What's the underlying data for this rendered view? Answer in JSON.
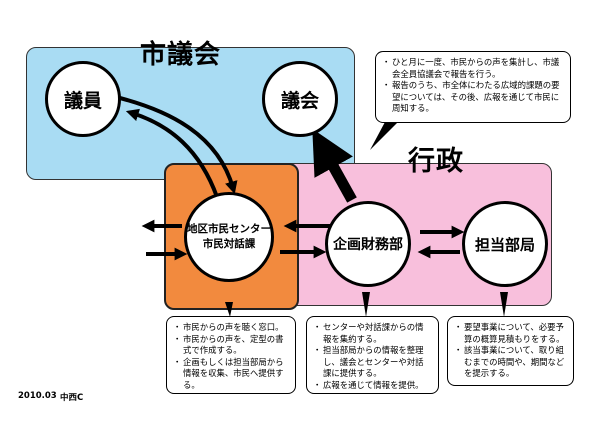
{
  "sections": {
    "council_title": "市議会",
    "admin_title": "行政"
  },
  "nodes": {
    "councillor": "議員",
    "assembly": "議会",
    "district_center_line1": "地区市民センター",
    "district_center_line2": "市民対話課",
    "planning_finance": "企画財務部",
    "responsible_dept": "担当部局"
  },
  "callouts": {
    "assembly_note": [
      "ひと月に一度、市民からの声を集計し、市議会全員協議会で報告を行う。",
      "報告のうち、市全体にわたる広域的課題の要望については、その後、広報を通じて市民に周知する。"
    ],
    "center_note": [
      "市民からの声を聴く窓口。",
      "市民からの声を、定型の書式で作成する。",
      "企画もしくは担当部局から情報を収集、市民へ提供する。"
    ],
    "planning_note": [
      "センターや対話課からの情報を集約する。",
      "担当部局からの情報を整理し、議会とセンターや対話課に提供する。",
      "広報を通じて情報を提供。"
    ],
    "dept_note": [
      "要望事業について、必要予算の概算見積もりをする。",
      "該当事業について、取り組むまでの時間や、期間などを提示する。"
    ]
  },
  "footer": {
    "date": "2010.03",
    "author": "中西C"
  },
  "colors": {
    "council_bg": "#a9dcf3",
    "admin_bg": "#f8bfdc",
    "center_bg": "#f28a3e",
    "stroke": "#000000"
  }
}
